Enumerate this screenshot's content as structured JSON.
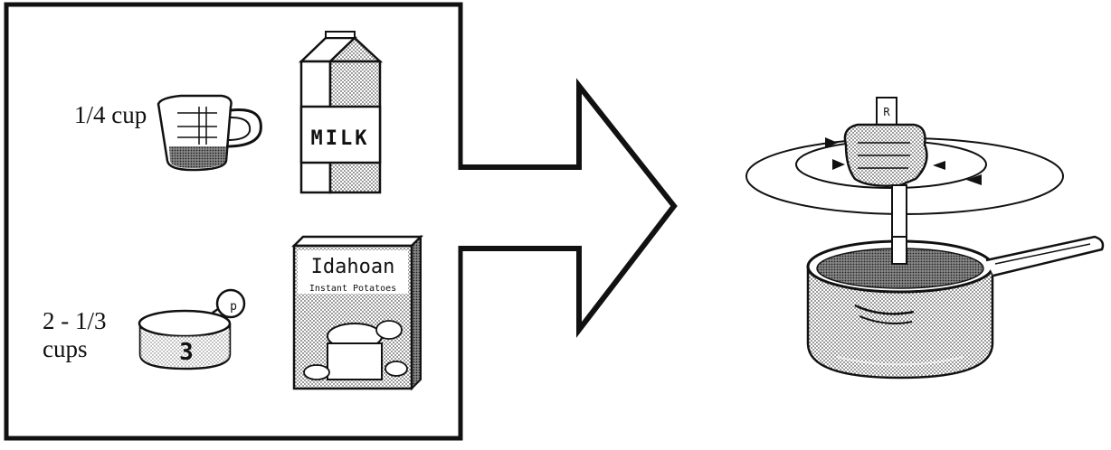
{
  "ingredients": [
    {
      "amount": "1/4 cup",
      "item": "milk",
      "container_text": "MILK"
    },
    {
      "amount_line1": "2 - 1/3",
      "amount_line2": "cups",
      "item": "instant potatoes",
      "container_number": "3",
      "box_brand": "Idahoan",
      "box_product": "Instant Potatoes"
    }
  ],
  "icons": [
    "measuring-cup-icon",
    "milk-carton-icon",
    "measuring-cup-3-icon",
    "potato-box-icon",
    "arrow-icon",
    "stirring-hand-icon",
    "saucepan-icon"
  ],
  "colors": {
    "ink": "#111111",
    "shade": "#8a8a8a",
    "background": "#ffffff"
  }
}
